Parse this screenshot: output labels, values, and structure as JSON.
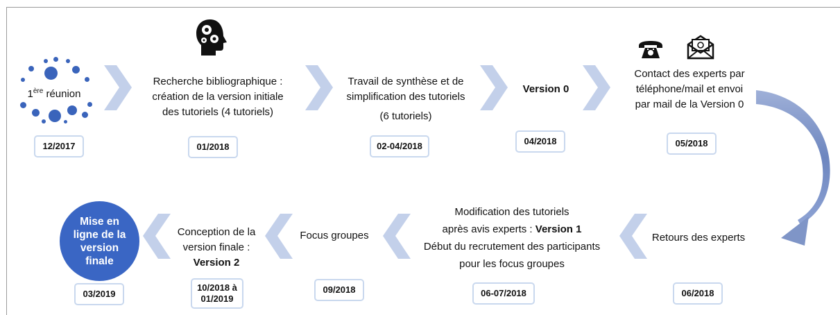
{
  "steps_top": [
    {
      "id": "s1",
      "text_main": "1",
      "text_sup": "ère",
      "text_after": " réunion",
      "date": "12/2017"
    },
    {
      "id": "s2",
      "lines": [
        "Recherche bibliographique :",
        "création de la version initiale",
        "des tutoriels (4 tutoriels)"
      ],
      "date": "01/2018"
    },
    {
      "id": "s3",
      "lines": [
        "Travail de synthèse et de",
        "simplification des tutoriels",
        "(6 tutoriels)"
      ],
      "date": "02-04/2018"
    },
    {
      "id": "s4",
      "lines": [
        "Version 0"
      ],
      "date": "04/2018"
    },
    {
      "id": "s5",
      "lines": [
        "Contact des experts par",
        "téléphone/mail et envoi",
        "par mail de la Version 0"
      ],
      "date": "05/2018"
    }
  ],
  "steps_bottom": [
    {
      "id": "s6",
      "lines": [
        "Retours des experts"
      ],
      "date": "06/2018"
    },
    {
      "id": "s7",
      "line1": "Modification des tutoriels",
      "line2a": "après avis experts : ",
      "line2b": "Version 1",
      "line3": "Début du recrutement des participants",
      "line4": "pour les focus groupes",
      "date": "06-07/2018"
    },
    {
      "id": "s8",
      "lines": [
        "Focus groupes"
      ],
      "date": "09/2018"
    },
    {
      "id": "s9",
      "line1": "Conception de la",
      "line2": "version finale :",
      "line3": "Version 2",
      "date_line1": "10/2018 à",
      "date_line2": "01/2019"
    },
    {
      "id": "s10",
      "lines": [
        "Mise en",
        "ligne de la",
        "version",
        "finale"
      ],
      "date": "03/2019"
    }
  ],
  "colors": {
    "chevron": "#c3d0ea",
    "accent": "#3a66c4",
    "dots": "#3a64bb",
    "arrow": "#7f95c7"
  },
  "icons": [
    "head-gears-icon",
    "telephone-icon",
    "envelope-icon"
  ]
}
